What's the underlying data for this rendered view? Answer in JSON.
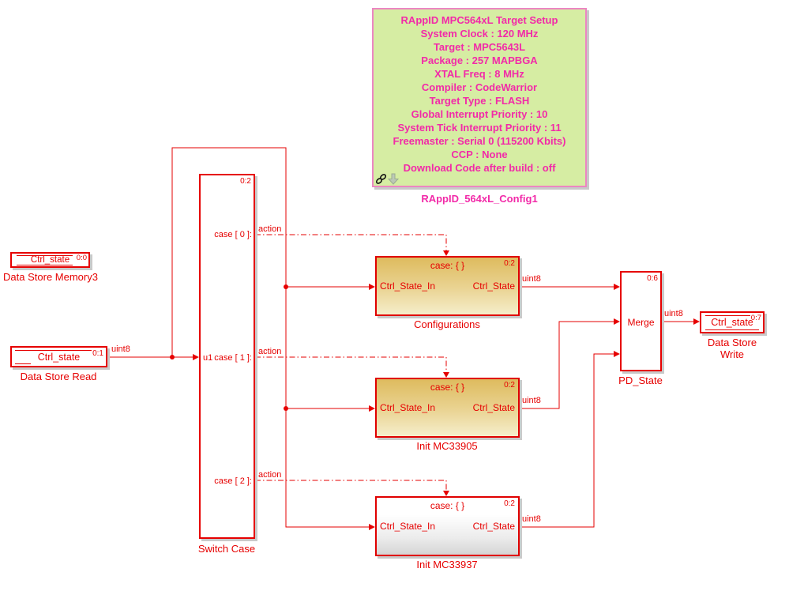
{
  "colors": {
    "red": "#e60000",
    "magenta": "#f22aa8",
    "annotation_bg": "#d6eda3",
    "annotation_border": "#ec86c2",
    "gold_top": "#debb5e",
    "gold_mid": "#ead494",
    "gold_bottom": "#f5eecb",
    "plain_top": "#ffffff",
    "plain_mid": "#ececec",
    "plain_bottom": "#d5d5d5",
    "shadow": "#c9c9c9"
  },
  "annotation": {
    "lines": [
      "RAppID MPC564xL Target Setup",
      "System Clock : 120 MHz",
      "Target : MPC5643L",
      "Package : 257 MAPBGA",
      "XTAL Freq : 8 MHz",
      "Compiler : CodeWarrior",
      "Target Type : FLASH",
      "Global Interrupt Priority : 10",
      "System Tick Interrupt Priority : 11",
      "Freemaster : Serial 0 (115200 Kbits)",
      "CCP : None",
      "Download Code after build : off"
    ],
    "label": "RAppID_564xL_Config1",
    "icons": [
      "link-icon",
      "down-arrow-icon"
    ]
  },
  "data_store_memory": {
    "name": "Ctrl_state",
    "tag": "0:0",
    "label": "Data Store Memory3"
  },
  "data_store_read": {
    "name": "Ctrl_state",
    "tag": "0:1",
    "label": "Data Store Read"
  },
  "switch_case": {
    "tag": "0:2",
    "input": "u1",
    "cases": [
      "case [ 0 ]:",
      "case [ 1 ]:",
      "case [ 2 ]:"
    ],
    "label": "Switch Case"
  },
  "subsystems": [
    {
      "header": "case: { }",
      "tag": "0:2",
      "in": "Ctrl_State_In",
      "out": "Ctrl_State",
      "label": "Configurations"
    },
    {
      "header": "case: { }",
      "tag": "0:2",
      "in": "Ctrl_State_In",
      "out": "Ctrl_State",
      "label": "Init MC33905"
    },
    {
      "header": "case: { }",
      "tag": "0:2",
      "in": "Ctrl_State_In",
      "out": "Ctrl_State",
      "label": "Init MC33937"
    }
  ],
  "merge": {
    "text": "Merge",
    "tag": "0:6",
    "label": "PD_State"
  },
  "data_store_write": {
    "name": "Ctrl_state",
    "tag": "0:7",
    "label1": "Data Store",
    "label2": "Write"
  },
  "wire_labels": {
    "uint8": "uint8",
    "action": "action"
  }
}
